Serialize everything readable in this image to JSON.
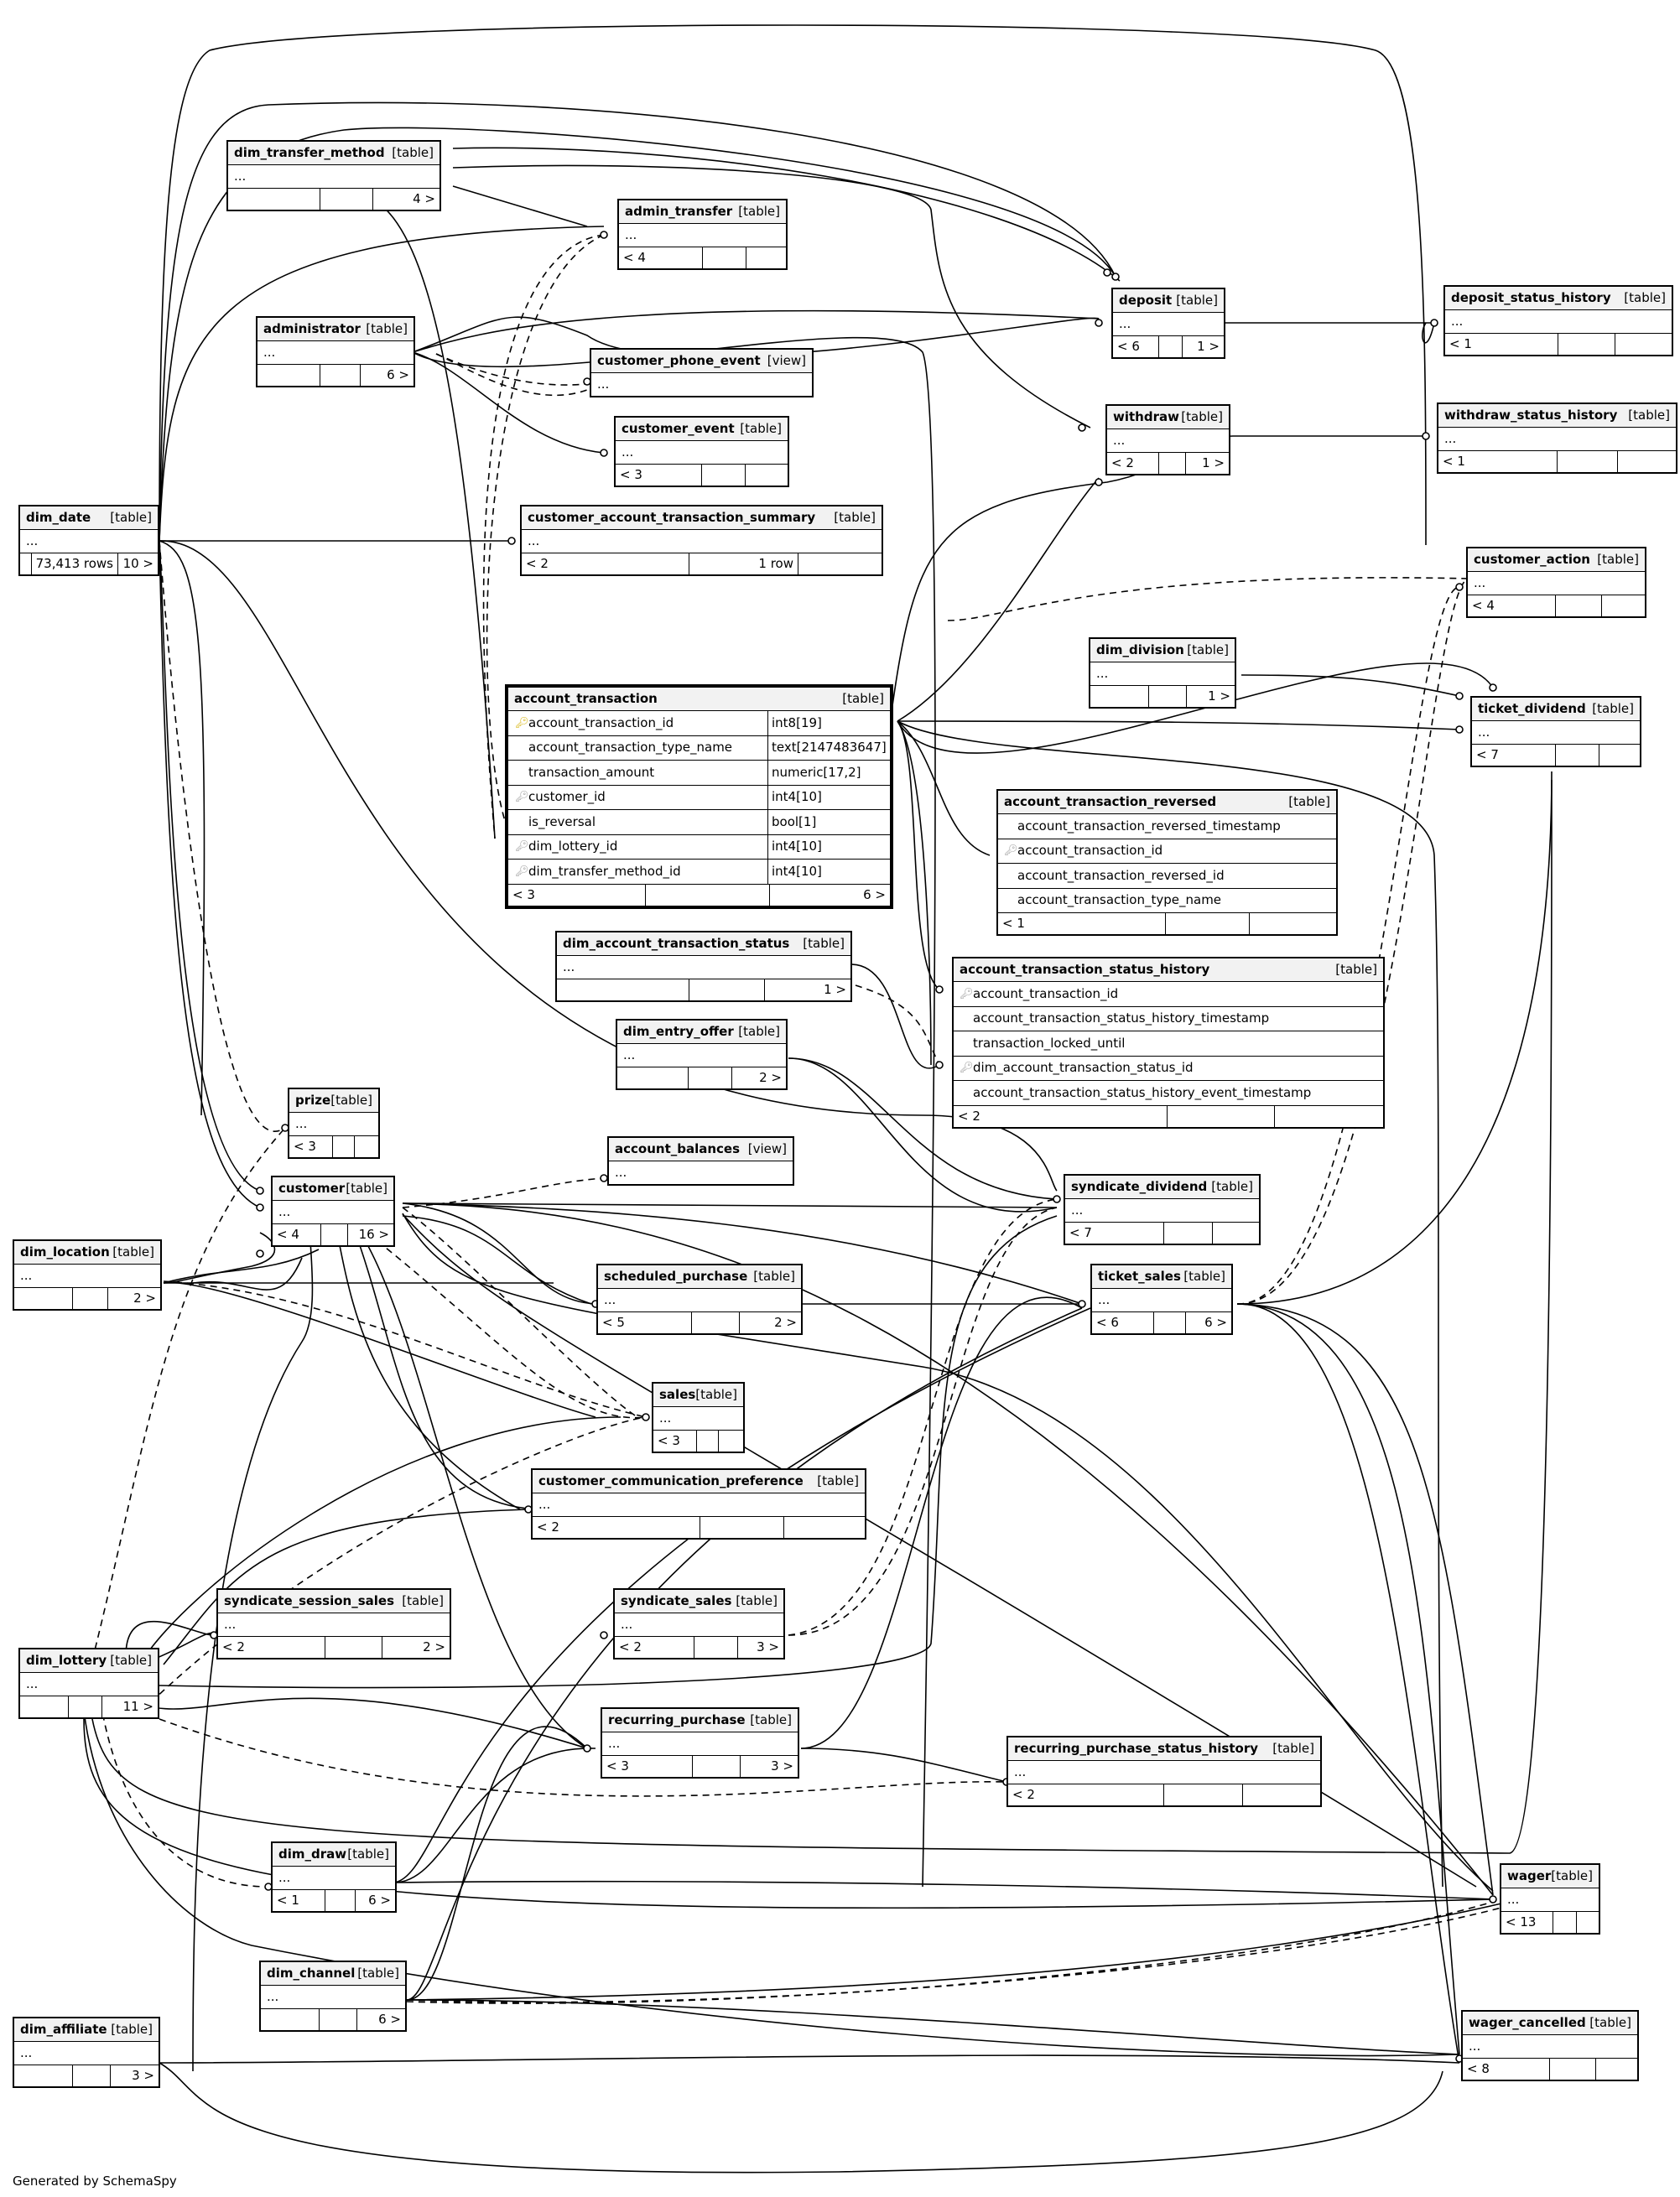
{
  "footer": "Generated by SchemaSpy",
  "tables": [
    {
      "id": "dim_transfer_method",
      "name": "dim_transfer_method",
      "kind": "[table]",
      "row": "...",
      "footer": [
        "",
        "",
        "4 >"
      ]
    },
    {
      "id": "admin_transfer",
      "name": "admin_transfer",
      "kind": "[table]",
      "row": "...",
      "footer": [
        "< 4",
        "",
        ""
      ]
    },
    {
      "id": "deposit",
      "name": "deposit",
      "kind": "[table]",
      "row": "...",
      "footer": [
        "< 6",
        "",
        "1 >"
      ]
    },
    {
      "id": "deposit_status_history",
      "name": "deposit_status_history",
      "kind": "[table]",
      "row": "...",
      "footer": [
        "< 1",
        "",
        ""
      ]
    },
    {
      "id": "administrator",
      "name": "administrator",
      "kind": "[table]",
      "row": "...",
      "footer": [
        "",
        "",
        "6 >"
      ]
    },
    {
      "id": "customer_phone_event",
      "name": "customer_phone_event",
      "kind": "[view]",
      "row": "...",
      "footer": []
    },
    {
      "id": "withdraw",
      "name": "withdraw",
      "kind": "[table]",
      "row": "...",
      "footer": [
        "< 2",
        "",
        "1 >"
      ]
    },
    {
      "id": "withdraw_status_history",
      "name": "withdraw_status_history",
      "kind": "[table]",
      "row": "...",
      "footer": [
        "< 1",
        "",
        ""
      ]
    },
    {
      "id": "customer_event",
      "name": "customer_event",
      "kind": "[table]",
      "row": "...",
      "footer": [
        "< 3",
        "",
        ""
      ]
    },
    {
      "id": "dim_date",
      "name": "dim_date",
      "kind": "[table]",
      "row": "...",
      "footer": [
        "",
        "73,413 rows",
        "10 >"
      ]
    },
    {
      "id": "customer_account_transaction_summary",
      "name": "customer_account_transaction_summary",
      "kind": "[table]",
      "row": "...",
      "footer": [
        "< 2",
        "1 row",
        ""
      ]
    },
    {
      "id": "customer_action",
      "name": "customer_action",
      "kind": "[table]",
      "row": "...",
      "footer": [
        "< 4",
        "",
        ""
      ]
    },
    {
      "id": "dim_division",
      "name": "dim_division",
      "kind": "[table]",
      "row": "...",
      "footer": [
        "",
        "",
        "1 >"
      ]
    },
    {
      "id": "ticket_dividend",
      "name": "ticket_dividend",
      "kind": "[table]",
      "row": "...",
      "footer": [
        "< 7",
        "",
        ""
      ]
    },
    {
      "id": "dim_account_transaction_status",
      "name": "dim_account_transaction_status",
      "kind": "[table]",
      "row": "...",
      "footer": [
        "",
        "",
        "1 >"
      ]
    },
    {
      "id": "dim_entry_offer",
      "name": "dim_entry_offer",
      "kind": "[table]",
      "row": "...",
      "footer": [
        "",
        "",
        "2 >"
      ]
    },
    {
      "id": "prize",
      "name": "prize",
      "kind": "[table]",
      "row": "...",
      "footer": [
        "< 3",
        "",
        ""
      ]
    },
    {
      "id": "account_balances",
      "name": "account_balances",
      "kind": "[view]",
      "row": "...",
      "footer": []
    },
    {
      "id": "customer",
      "name": "customer",
      "kind": "[table]",
      "row": "...",
      "footer": [
        "< 4",
        "",
        "16 >"
      ]
    },
    {
      "id": "syndicate_dividend",
      "name": "syndicate_dividend",
      "kind": "[table]",
      "row": "...",
      "footer": [
        "< 7",
        "",
        ""
      ]
    },
    {
      "id": "dim_location",
      "name": "dim_location",
      "kind": "[table]",
      "row": "...",
      "footer": [
        "",
        "",
        "2 >"
      ]
    },
    {
      "id": "scheduled_purchase",
      "name": "scheduled_purchase",
      "kind": "[table]",
      "row": "...",
      "footer": [
        "< 5",
        "",
        "2 >"
      ]
    },
    {
      "id": "ticket_sales",
      "name": "ticket_sales",
      "kind": "[table]",
      "row": "...",
      "footer": [
        "< 6",
        "",
        "6 >"
      ]
    },
    {
      "id": "sales",
      "name": "sales",
      "kind": "[table]",
      "row": "...",
      "footer": [
        "< 3",
        "",
        ""
      ]
    },
    {
      "id": "customer_communication_preference",
      "name": "customer_communication_preference",
      "kind": "[table]",
      "row": "...",
      "footer": [
        "< 2",
        "",
        ""
      ]
    },
    {
      "id": "syndicate_session_sales",
      "name": "syndicate_session_sales",
      "kind": "[table]",
      "row": "...",
      "footer": [
        "< 2",
        "",
        "2 >"
      ]
    },
    {
      "id": "syndicate_sales",
      "name": "syndicate_sales",
      "kind": "[table]",
      "row": "...",
      "footer": [
        "< 2",
        "",
        "3 >"
      ]
    },
    {
      "id": "dim_lottery",
      "name": "dim_lottery",
      "kind": "[table]",
      "row": "...",
      "footer": [
        "",
        "",
        "11 >"
      ]
    },
    {
      "id": "recurring_purchase",
      "name": "recurring_purchase",
      "kind": "[table]",
      "row": "...",
      "footer": [
        "< 3",
        "",
        "3 >"
      ]
    },
    {
      "id": "recurring_purchase_status_history",
      "name": "recurring_purchase_status_history",
      "kind": "[table]",
      "row": "...",
      "footer": [
        "< 2",
        "",
        ""
      ]
    },
    {
      "id": "dim_draw",
      "name": "dim_draw",
      "kind": "[table]",
      "row": "...",
      "footer": [
        "< 1",
        "",
        "6 >"
      ]
    },
    {
      "id": "wager",
      "name": "wager",
      "kind": "[table]",
      "row": "...",
      "footer": [
        "< 13",
        "",
        ""
      ]
    },
    {
      "id": "dim_channel",
      "name": "dim_channel",
      "kind": "[table]",
      "row": "...",
      "footer": [
        "",
        "",
        "6 >"
      ]
    },
    {
      "id": "wager_cancelled",
      "name": "wager_cancelled",
      "kind": "[table]",
      "row": "...",
      "footer": [
        "< 8",
        "",
        ""
      ]
    },
    {
      "id": "dim_affiliate",
      "name": "dim_affiliate",
      "kind": "[table]",
      "row": "...",
      "footer": [
        "",
        "",
        "3 >"
      ]
    }
  ],
  "account_transaction": {
    "name": "account_transaction",
    "kind": "[table]",
    "columns": [
      {
        "name": "account_transaction_id",
        "type": "int8[19]",
        "key": "pk"
      },
      {
        "name": "account_transaction_type_name",
        "type": "text[2147483647]",
        "key": ""
      },
      {
        "name": "transaction_amount",
        "type": "numeric[17,2]",
        "key": ""
      },
      {
        "name": "customer_id",
        "type": "int4[10]",
        "key": "fk"
      },
      {
        "name": "is_reversal",
        "type": "bool[1]",
        "key": ""
      },
      {
        "name": "dim_lottery_id",
        "type": "int4[10]",
        "key": "fk"
      },
      {
        "name": "dim_transfer_method_id",
        "type": "int4[10]",
        "key": "fk"
      }
    ],
    "footer": [
      "< 3",
      "",
      "6 >"
    ]
  },
  "account_transaction_reversed": {
    "name": "account_transaction_reversed",
    "kind": "[table]",
    "columns": [
      {
        "name": "account_transaction_reversed_timestamp",
        "key": ""
      },
      {
        "name": "account_transaction_id",
        "key": "fk"
      },
      {
        "name": "account_transaction_reversed_id",
        "key": ""
      },
      {
        "name": "account_transaction_type_name",
        "key": ""
      }
    ],
    "footer": [
      "< 1",
      "",
      ""
    ]
  },
  "account_transaction_status_history": {
    "name": "account_transaction_status_history",
    "kind": "[table]",
    "columns": [
      {
        "name": "account_transaction_id",
        "key": "fk"
      },
      {
        "name": "account_transaction_status_history_timestamp",
        "key": ""
      },
      {
        "name": "transaction_locked_until",
        "key": ""
      },
      {
        "name": "dim_account_transaction_status_id",
        "key": "fk"
      },
      {
        "name": "account_transaction_status_history_event_timestamp",
        "key": ""
      }
    ],
    "footer": [
      "< 2",
      "",
      ""
    ]
  },
  "icons": {
    "pk": "key-icon-gold",
    "fk": "key-icon-grey"
  }
}
